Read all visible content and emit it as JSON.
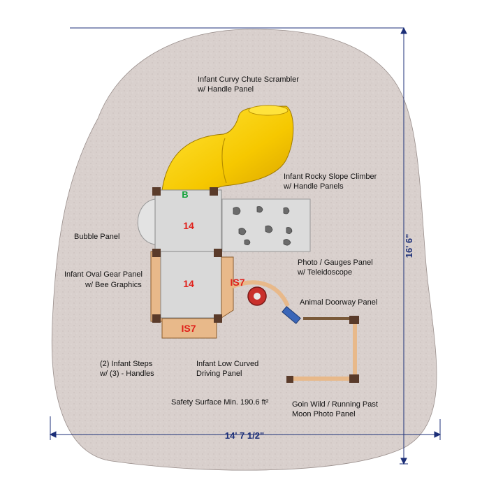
{
  "labels": {
    "curvy_chute": [
      "Infant Curvy Chute Scrambler",
      "w/ Handle Panel"
    ],
    "rocky_slope": [
      "Infant Rocky Slope Climber",
      "w/ Handle Panels"
    ],
    "bubble_panel": "Bubble Panel",
    "photo_gauges": [
      "Photo / Gauges Panel",
      "w/ Teleidoscope"
    ],
    "oval_gear": [
      "Infant Oval Gear Panel",
      "w/ Bee Graphics"
    ],
    "animal_doorway": "Animal Doorway Panel",
    "infant_steps": [
      "(2) Infant Steps",
      "w/ (3) - Handles"
    ],
    "driving_panel": [
      "Infant Low Curved",
      "Driving Panel"
    ],
    "safety_surface": "Safety Surface Min. 190.6 ft²",
    "moon_photo": [
      "Goin Wild / Running Past",
      "Moon Photo Panel"
    ]
  },
  "deck_labels": {
    "upper": "14",
    "lower": "14",
    "is7_right": "IS7",
    "is7_bottom": "IS7",
    "b_marker": "B"
  },
  "dimensions": {
    "width": "14' 7 1/2\"",
    "height": "16' 6\""
  },
  "colors": {
    "surface": "#d9d0cd",
    "slide": "#f6c800",
    "deck_number": "#e0201a",
    "dimension": "#1c2f78",
    "panel_wood": "#e8b98a"
  }
}
